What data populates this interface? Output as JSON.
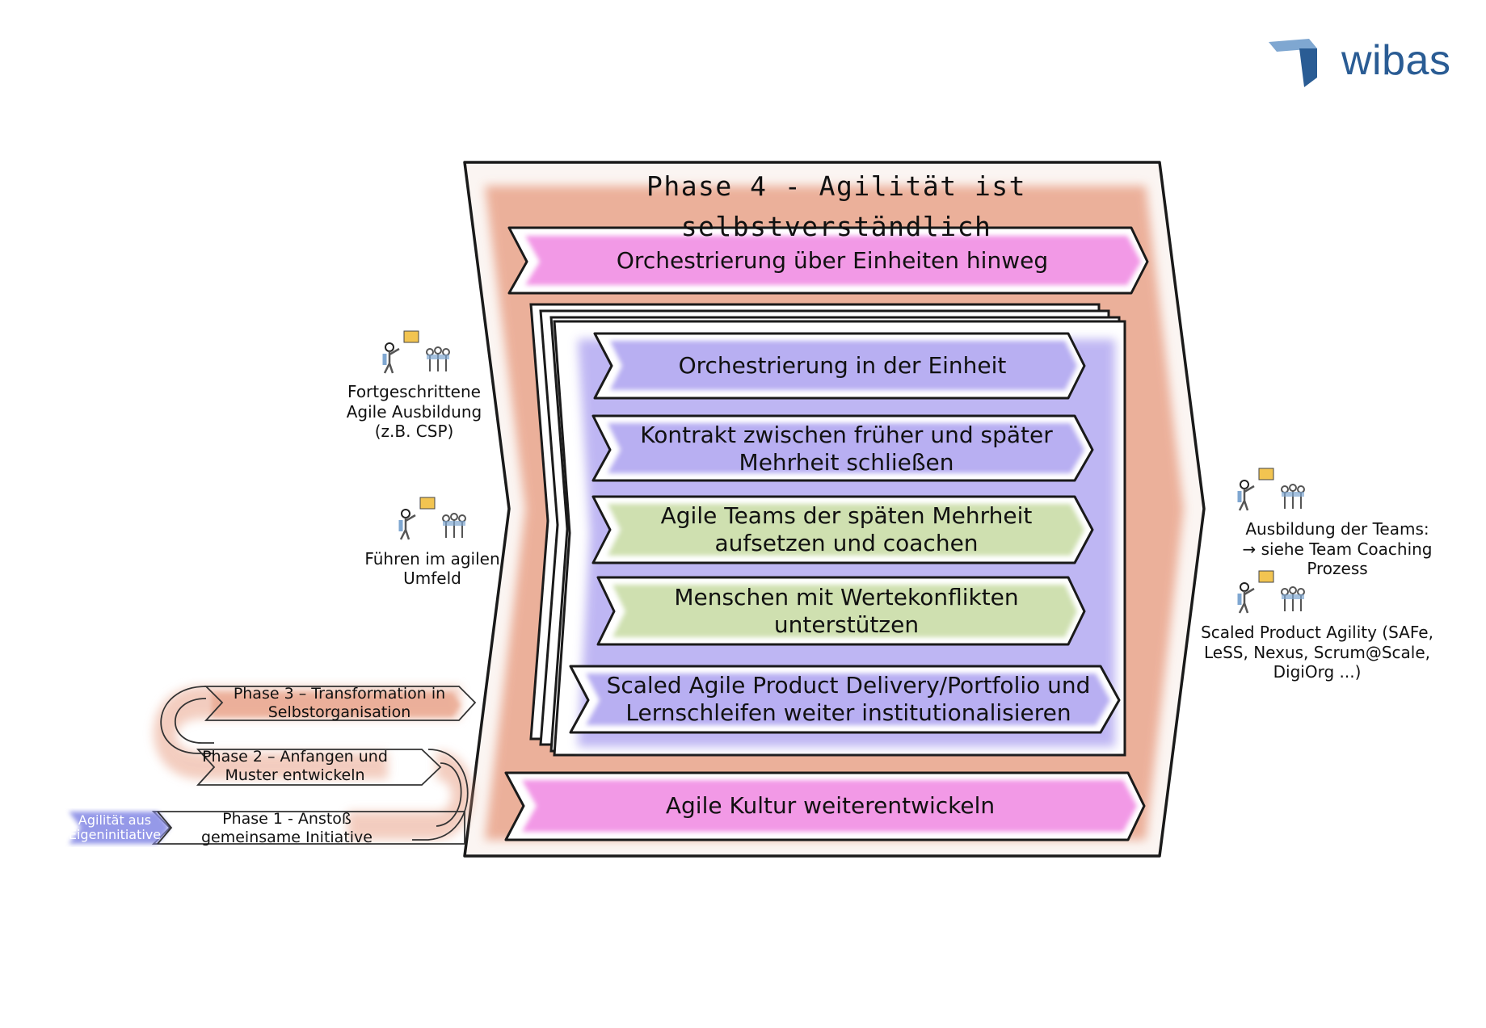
{
  "logo": {
    "text": "wibas"
  },
  "phase4": {
    "title": "Phase 4 - Agilität ist selbstverständlich"
  },
  "arrows": {
    "top": "Orchestrierung über Einheiten hinweg",
    "bottom": "Agile Kultur weiterentwickeln",
    "inner": [
      {
        "line1": "Orchestrierung in der Einheit",
        "line2": ""
      },
      {
        "line1": "Kontrakt zwischen früher und später",
        "line2": "Mehrheit schließen"
      },
      {
        "line1": "Agile Teams der späten Mehrheit",
        "line2": "aufsetzen und coachen"
      },
      {
        "line1": "Menschen mit Wertekonflikten",
        "line2": "unterstützen"
      },
      {
        "line1": "Scaled Agile Product Delivery/Portfolio und",
        "line2": "Lernschleifen weiter institutionalisieren"
      }
    ]
  },
  "left_trainings": [
    {
      "line1": "Fortgeschrittene",
      "line2": "Agile Ausbildung",
      "line3": "(z.B. CSP)"
    },
    {
      "line1": "Führen im agilen",
      "line2": "Umfeld",
      "line3": ""
    }
  ],
  "right_trainings": [
    {
      "line1": "Ausbildung der Teams:",
      "line2": "→ siehe Team Coaching",
      "line3": "Prozess"
    },
    {
      "line1": "Scaled Product Agility (SAFe,",
      "line2": "LeSS, Nexus, Scrum@Scale,",
      "line3": "DigiOrg ...)"
    }
  ],
  "phases": {
    "phase3": {
      "line1": "Phase 3 – Transformation in",
      "line2": "Selbstorganisation"
    },
    "phase2": {
      "line1": "Phase 2 – Anfangen und",
      "line2": "Muster entwickeln"
    },
    "phase1": {
      "line1": "Phase 1 - Anstoß",
      "line2": "gemeinsame Initiative"
    },
    "start": {
      "line1": "Agilität aus",
      "line2": "Eigeninitiative"
    }
  },
  "colors": {
    "salmon": "#e9a48b",
    "pink": "#f18ee4",
    "lavender": "#b8aff2",
    "green": "#cfe0b0",
    "outline": "#1a1a1a",
    "logo_blue": "#2a5c94",
    "flag": "#f2c451",
    "start_tag": "#8a8ee6"
  }
}
